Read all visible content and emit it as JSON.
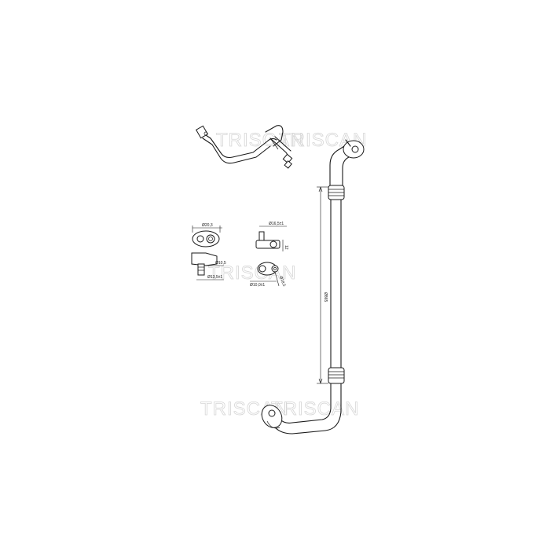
{
  "watermark": {
    "text_top": "TRISCAN",
    "text_top_right": "TRISCAN",
    "text_middle": "TRISCAN",
    "text_bottom_left": "TRISCAN",
    "text_bottom_right": "TRISCAN"
  },
  "dimensions": {
    "fitting_a_width": "Ø20,3",
    "fitting_a_bore": "Ø10,5",
    "fitting_a_base": "Ø13,5±1",
    "fitting_b_top": "Ø16,5±1",
    "fitting_b_height": "12",
    "fitting_b_side": "Ø18,5",
    "fitting_b_bottom": "Ø10,0±1",
    "tube_length": "Ø865"
  }
}
